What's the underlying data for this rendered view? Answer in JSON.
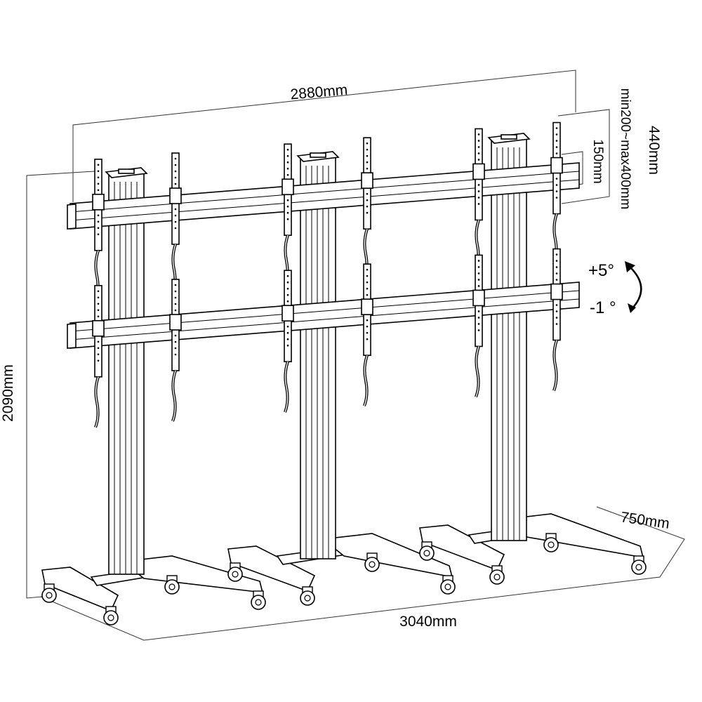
{
  "dimensions": {
    "overall_width": "2880mm",
    "bracket_max_height": "440mm",
    "vesa_range": "min200~max400mm",
    "bracket_min": "150mm",
    "height": "2090mm",
    "base_width": "3040mm",
    "base_depth": "750mm"
  },
  "tilt": {
    "up": "+5°",
    "down": "-1 °"
  },
  "product": {
    "columns": 3,
    "rail_rows": 2,
    "brackets_per_row": 6
  },
  "colors": {
    "line": "#000000",
    "fill": "#ffffff",
    "guide": "#333333"
  }
}
